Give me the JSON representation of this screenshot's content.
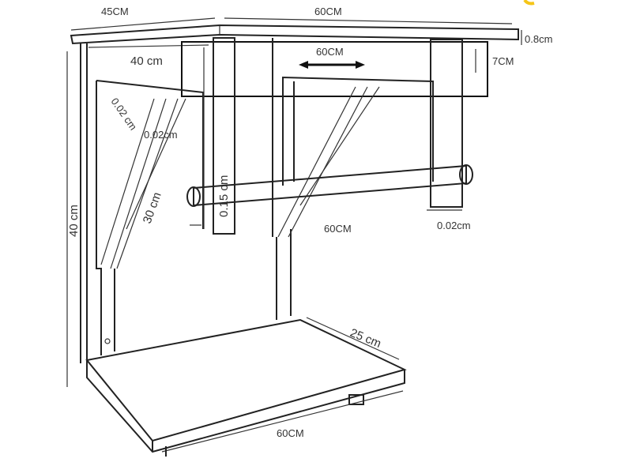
{
  "labels": {
    "top_depth": "45CM",
    "top_width": "60CM",
    "top_thickness": "0.8cm",
    "rail_height": "7CM",
    "rail_width": "60CM",
    "inner_depth": "40 cm",
    "brace_gap_a": "0.02 cm",
    "brace_gap_b": "0.02cm",
    "brace_length": "30 cm",
    "height": "40 cm",
    "post_thickness": "0.15 cm",
    "bar_width": "60CM",
    "foot_gap": "0.02cm",
    "bottom_depth": "25 cm",
    "bottom_width": "60CM"
  },
  "colors": {
    "line": "#222222",
    "accent": "#f5c518"
  }
}
